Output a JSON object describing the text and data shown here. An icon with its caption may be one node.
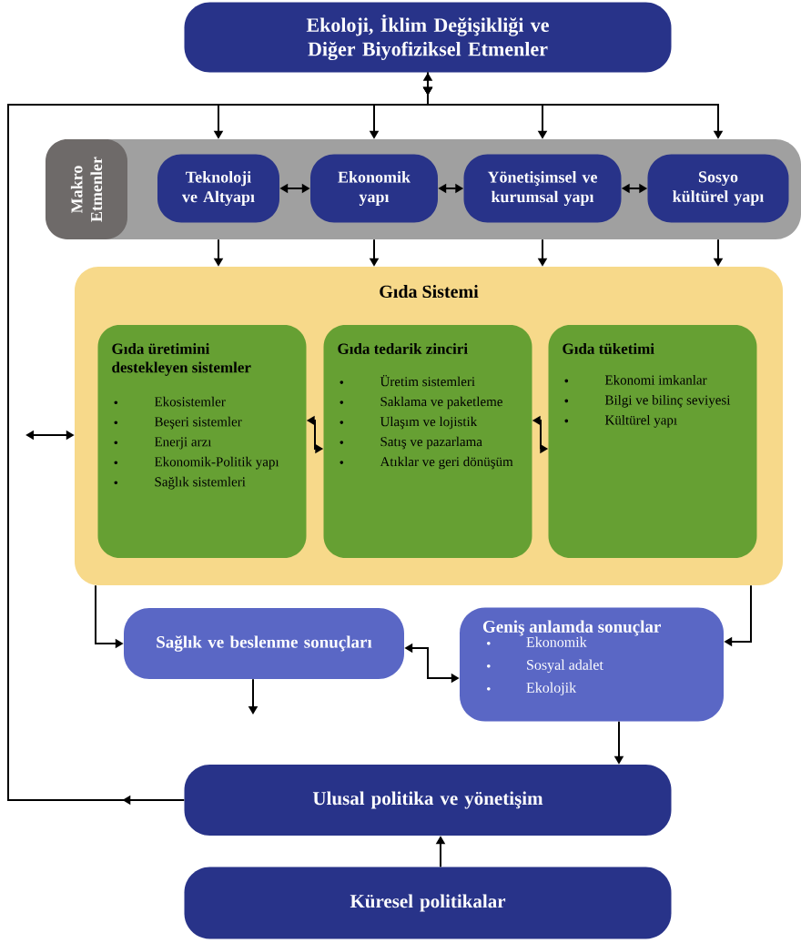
{
  "diagram": {
    "nodes": [
      {
        "text": [
          "Ekoloji, İklim Değişikliği ve Diğer Biyofiziksel Etmenler"
        ]
      },
      {
        "text": [
          "Makro Etmenler"
        ]
      },
      {
        "text": [
          "Teknoloji ve Altyapı"
        ],
        "in": 1
      },
      {
        "text": [
          "Ekonomik yapı"
        ],
        "in": 1
      },
      {
        "text": [
          "Yönetişimsel ve kurumsal yapı"
        ],
        "in": 1
      },
      {
        "text": [
          "Sosyo kültürel yapı"
        ],
        "in": 1
      },
      {
        "text": [
          "Gıda Sistemi"
        ]
      },
      {
        "text": [
          "Gıda üretimini destekleyen sistemler",
          "Ekosistemler",
          "Beşeri sistemler",
          "Enerji arzı",
          "Ekonomik-Politik yapı",
          "Sağlık sistemleri"
        ],
        "in": 6
      },
      {
        "text": [
          "Gıda tedarik zinciri",
          "Üretim sistemleri",
          "Saklama ve paketleme",
          "Ulaşım ve lojistik",
          "Satış ve pazarlama",
          "Atıklar ve geri dönüşüm"
        ],
        "in": 6
      },
      {
        "text": [
          "Gıda tüketimi",
          "Ekonomi imkanlar",
          "Bilgi ve bilinç seviyesi",
          "Kültürel yapı"
        ],
        "in": 6
      },
      {
        "text": [
          "Sağlık ve beslenme sonuçları"
        ]
      },
      {
        "text": [
          "Geniş anlamda sonuçlar",
          "Ekonomik",
          "Sosyal adalet",
          "Ekolojik"
        ]
      },
      {
        "text": [
          "Ulusal politika ve yönetişim"
        ]
      },
      {
        "text": [
          "Küresel politikalar"
        ]
      }
    ],
    "edges": [
      {
        "from": 0,
        "to": 2,
        "arrow": "to"
      },
      {
        "from": 0,
        "to": 3,
        "arrow": "to"
      },
      {
        "from": 0,
        "to": 4,
        "arrow": "to"
      },
      {
        "from": 0,
        "to": 5,
        "arrow": "to"
      },
      {
        "from": 12,
        "to": 0,
        "arrow": "to"
      },
      {
        "from": 2,
        "to": 3,
        "arrow": "both"
      },
      {
        "from": 3,
        "to": 4,
        "arrow": "both"
      },
      {
        "from": 4,
        "to": 5,
        "arrow": "both"
      },
      {
        "from": 2,
        "to": 6,
        "arrow": "to"
      },
      {
        "from": 3,
        "to": 6,
        "arrow": "to"
      },
      {
        "from": 4,
        "to": 6,
        "arrow": "to"
      },
      {
        "from": 5,
        "to": 6,
        "arrow": "to"
      },
      {
        "from": null,
        "to": 6,
        "arrow": "both"
      },
      {
        "from": 7,
        "to": 8,
        "arrow": "both"
      },
      {
        "from": 8,
        "to": 9,
        "arrow": "both"
      },
      {
        "from": 6,
        "to": 10,
        "arrow": "to"
      },
      {
        "from": 6,
        "to": 11,
        "arrow": "to"
      },
      {
        "from": 10,
        "to": 11,
        "arrow": "both"
      },
      {
        "from": 10,
        "to": null,
        "arrow": "to"
      },
      {
        "from": 11,
        "to": 12,
        "arrow": "to"
      },
      {
        "from": 13,
        "to": 12,
        "arrow": "to"
      }
    ]
  }
}
